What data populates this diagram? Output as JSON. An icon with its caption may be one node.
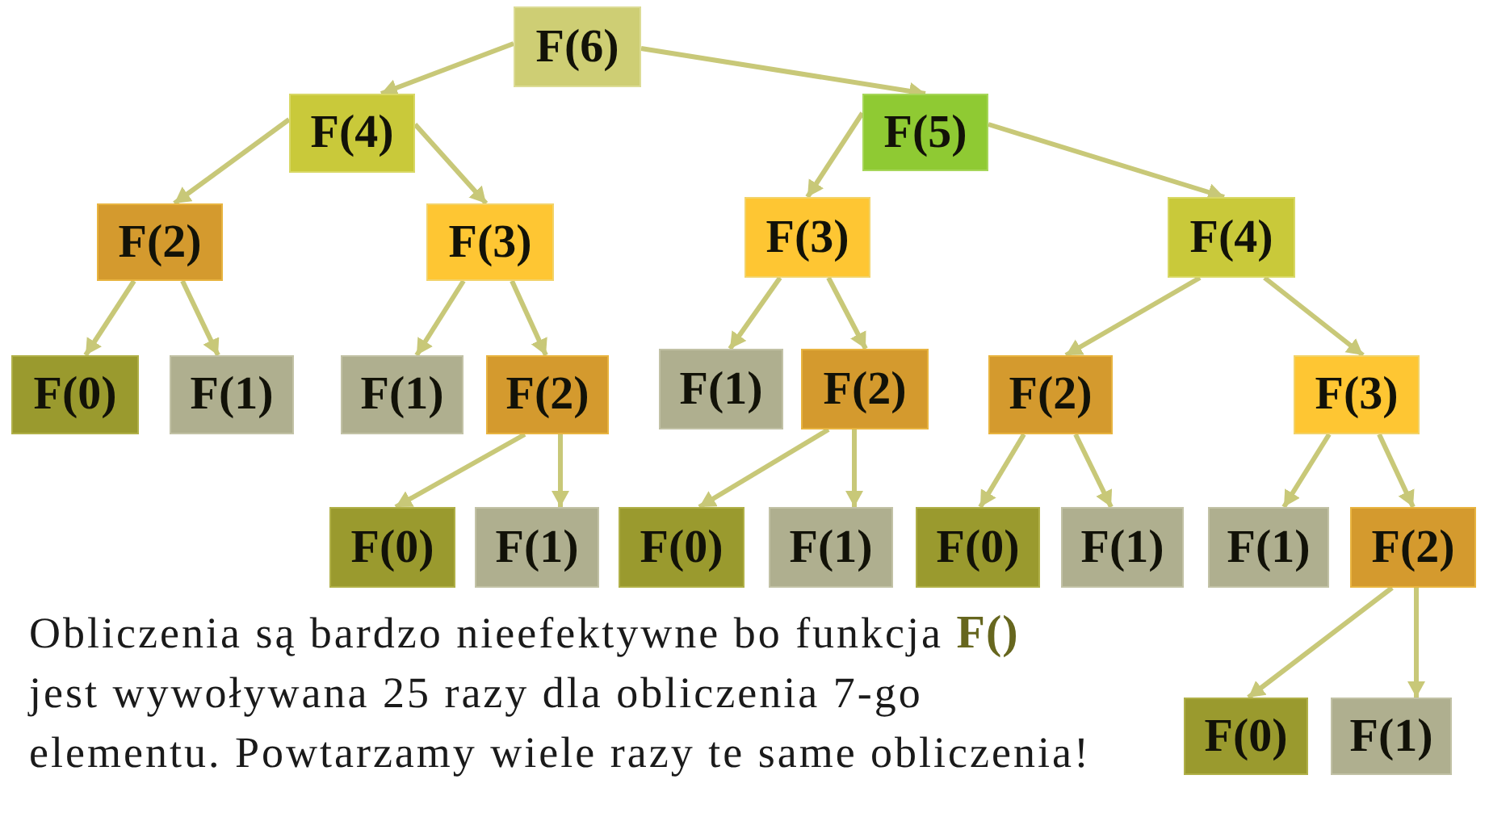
{
  "diagram": {
    "nodes": [
      {
        "text": [
          "F(6)"
        ]
      },
      {
        "text": [
          "F(4)"
        ]
      },
      {
        "text": [
          "F(5)"
        ]
      },
      {
        "text": [
          "F(2)"
        ]
      },
      {
        "text": [
          "F(3)"
        ]
      },
      {
        "text": [
          "F(3)"
        ]
      },
      {
        "text": [
          "F(4)"
        ]
      },
      {
        "text": [
          "F(0)"
        ]
      },
      {
        "text": [
          "F(1)"
        ]
      },
      {
        "text": [
          "F(1)"
        ]
      },
      {
        "text": [
          "F(2)"
        ]
      },
      {
        "text": [
          "F(1)"
        ]
      },
      {
        "text": [
          "F(2)"
        ]
      },
      {
        "text": [
          "F(2)"
        ]
      },
      {
        "text": [
          "F(3)"
        ]
      },
      {
        "text": [
          "F(0)"
        ]
      },
      {
        "text": [
          "F(1)"
        ]
      },
      {
        "text": [
          "F(0)"
        ]
      },
      {
        "text": [
          "F(1)"
        ]
      },
      {
        "text": [
          "F(0)"
        ]
      },
      {
        "text": [
          "F(1)"
        ]
      },
      {
        "text": [
          "F(1)"
        ]
      },
      {
        "text": [
          "F(2)"
        ]
      },
      {
        "text": [
          "F(0)"
        ]
      },
      {
        "text": [
          "F(1)"
        ]
      }
    ],
    "edges": [
      {
        "from": 0,
        "to": 1,
        "arrow": "to"
      },
      {
        "from": 0,
        "to": 2,
        "arrow": "to"
      },
      {
        "from": 1,
        "to": 3,
        "arrow": "to"
      },
      {
        "from": 1,
        "to": 4,
        "arrow": "to"
      },
      {
        "from": 2,
        "to": 5,
        "arrow": "to"
      },
      {
        "from": 2,
        "to": 6,
        "arrow": "to"
      },
      {
        "from": 3,
        "to": 7,
        "arrow": "to"
      },
      {
        "from": 3,
        "to": 8,
        "arrow": "to"
      },
      {
        "from": 4,
        "to": 9,
        "arrow": "to"
      },
      {
        "from": 4,
        "to": 10,
        "arrow": "to"
      },
      {
        "from": 5,
        "to": 11,
        "arrow": "to"
      },
      {
        "from": 5,
        "to": 12,
        "arrow": "to"
      },
      {
        "from": 6,
        "to": 13,
        "arrow": "to"
      },
      {
        "from": 6,
        "to": 14,
        "arrow": "to"
      },
      {
        "from": 10,
        "to": 15,
        "arrow": "to"
      },
      {
        "from": 10,
        "to": 16,
        "arrow": "to"
      },
      {
        "from": 12,
        "to": 17,
        "arrow": "to"
      },
      {
        "from": 12,
        "to": 18,
        "arrow": "to"
      },
      {
        "from": 13,
        "to": 19,
        "arrow": "to"
      },
      {
        "from": 13,
        "to": 20,
        "arrow": "to"
      },
      {
        "from": 14,
        "to": 21,
        "arrow": "to"
      },
      {
        "from": 14,
        "to": 22,
        "arrow": "to"
      },
      {
        "from": 22,
        "to": 23,
        "arrow": "to"
      },
      {
        "from": 22,
        "to": 24,
        "arrow": "to"
      }
    ],
    "labels": [
      "Obliczenia są bardzo nieefektywne bo funkcja **F()** jest wywoływana 25 razy dla obliczenia 7-go elementu. Powtarzamy wiele razy te same obliczenia!"
    ]
  }
}
